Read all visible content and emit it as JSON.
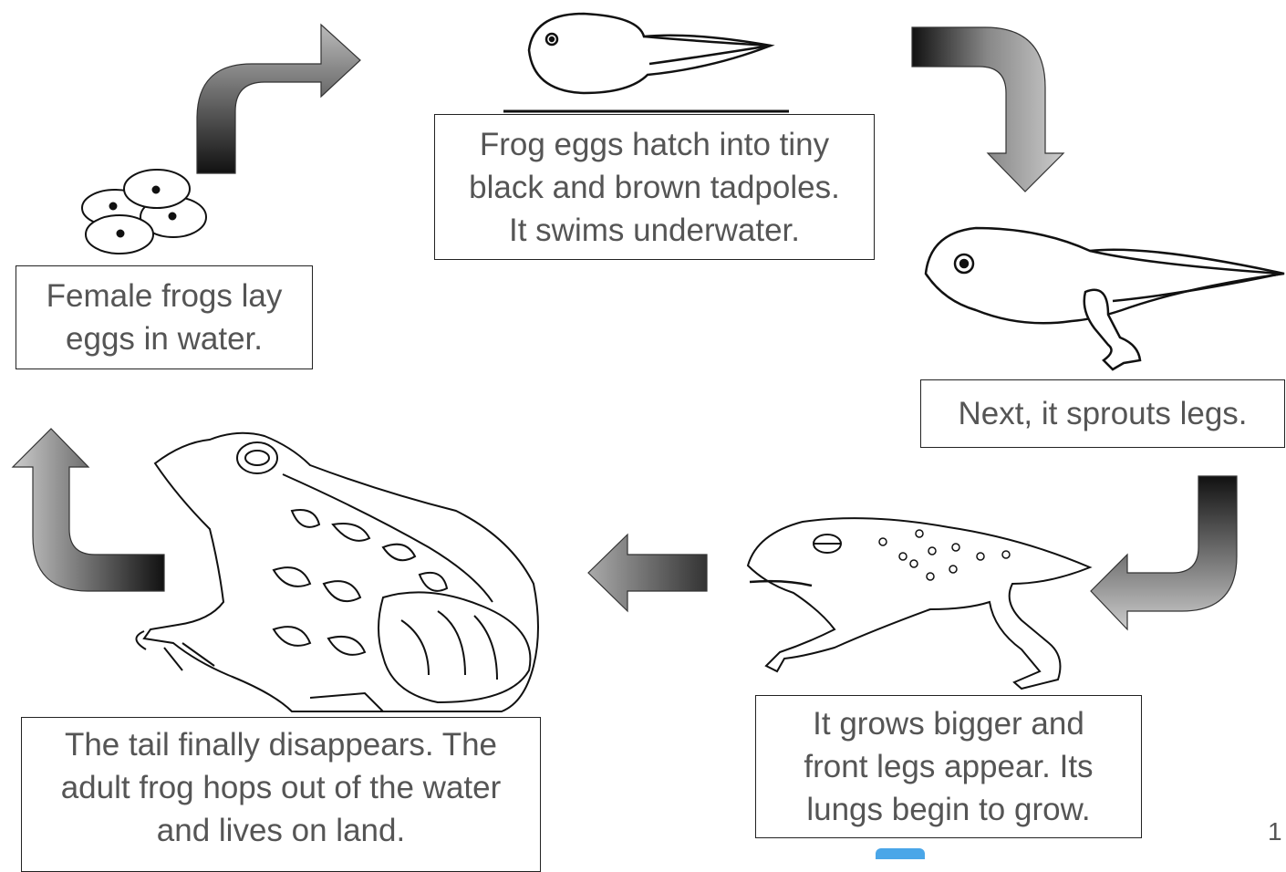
{
  "diagram": {
    "stages": [
      {
        "id": "eggs",
        "caption": "Female frogs lay\neggs in water."
      },
      {
        "id": "tadpole",
        "caption": "Frog eggs hatch into tiny\nblack and brown tadpoles.\nIt swims underwater."
      },
      {
        "id": "tadpole-legs",
        "caption": "Next, it sprouts legs."
      },
      {
        "id": "froglet",
        "caption": "It grows bigger and\nfront legs appear. Its\nlungs begin to grow."
      },
      {
        "id": "adult",
        "caption": "The tail finally disappears. The\nadult frog hops out of the water\nand lives on land."
      }
    ],
    "page_number": "1"
  }
}
